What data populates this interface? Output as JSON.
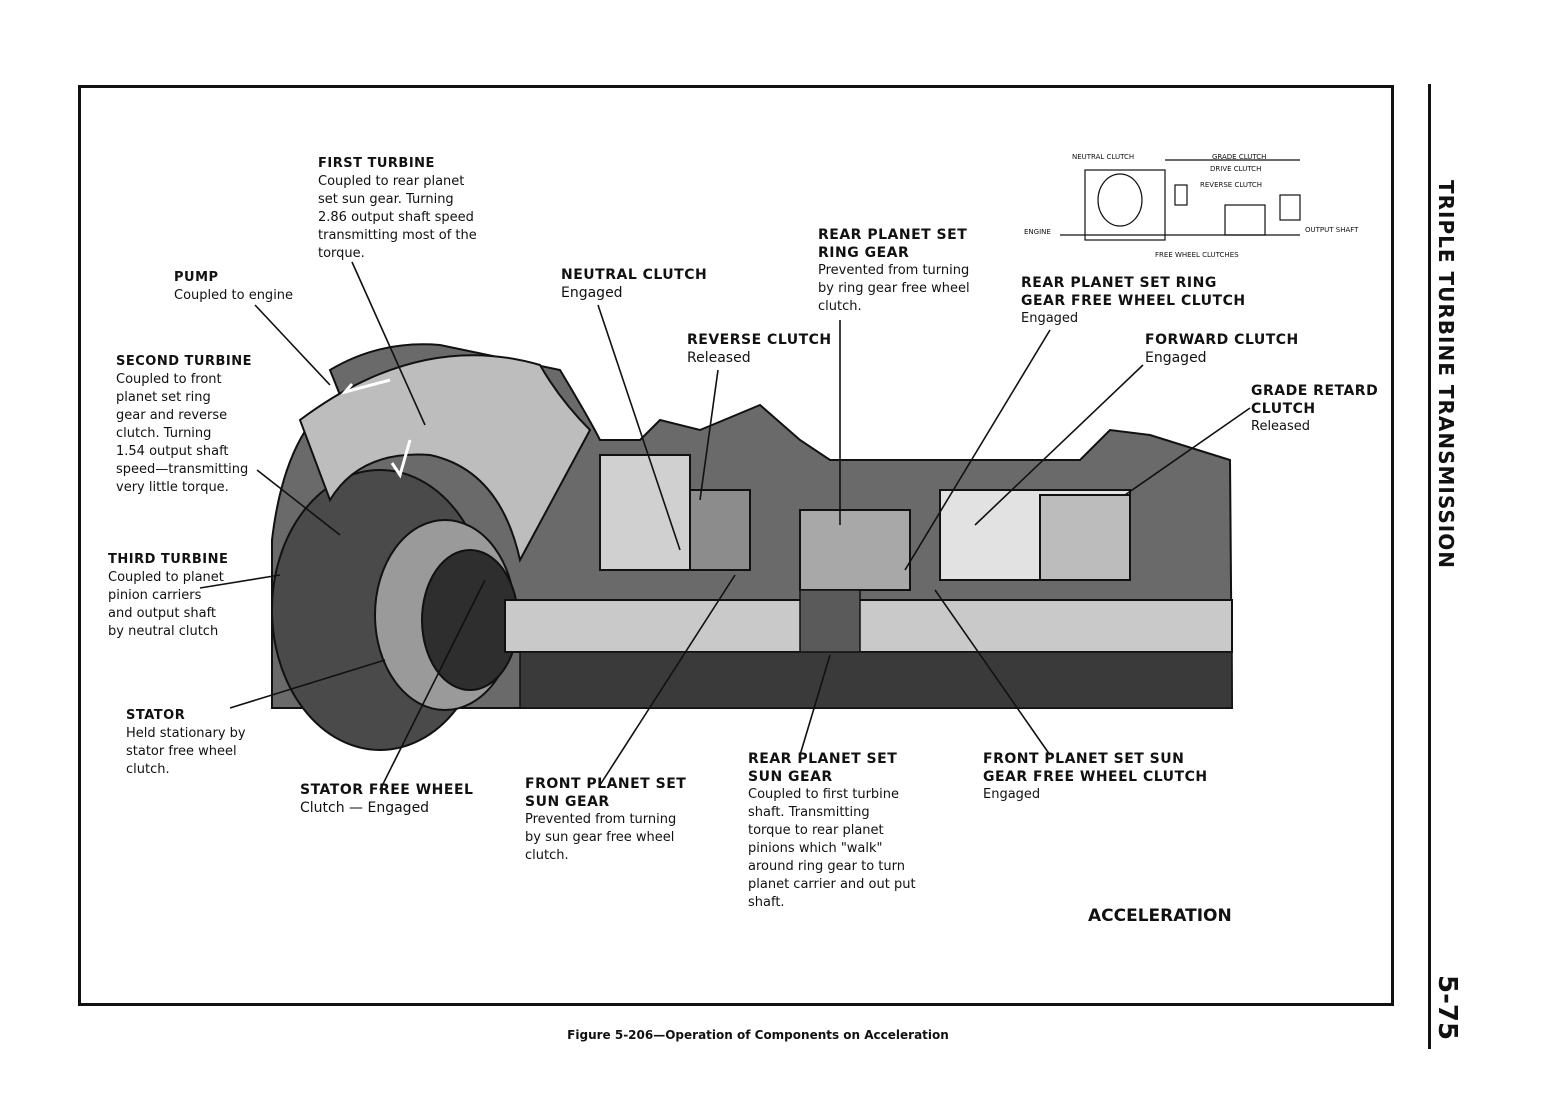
{
  "side_title": "TRIPLE TURBINE TRANSMISSION",
  "page_number": "5-75",
  "caption": "Figure 5-206—Operation of Components on Acceleration",
  "mode_label": "ACCELERATION",
  "labels": {
    "first_turbine": {
      "title": "FIRST TURBINE",
      "desc": "Coupled to rear planet\nset sun gear. Turning\n2.86 output shaft speed\ntransmitting most of the\ntorque."
    },
    "pump": {
      "title": "PUMP",
      "desc": "Coupled to engine"
    },
    "second_turbine": {
      "title": "SECOND TURBINE",
      "desc": "Coupled to front\nplanet set ring\ngear and reverse\nclutch. Turning\n1.54 output shaft\nspeed—transmitting\nvery little torque."
    },
    "third_turbine": {
      "title": "THIRD TURBINE",
      "desc": "Coupled to planet\npinion carriers\nand output shaft\nby neutral clutch"
    },
    "stator": {
      "title": "STATOR",
      "desc": "Held stationary by\nstator free wheel\nclutch."
    },
    "stator_free_wheel": {
      "title": "STATOR FREE WHEEL",
      "desc": "Clutch — Engaged"
    },
    "neutral_clutch": {
      "title": "NEUTRAL CLUTCH",
      "desc": "Engaged"
    },
    "reverse_clutch": {
      "title": "REVERSE CLUTCH",
      "desc": "Released"
    },
    "rear_ring_gear": {
      "title": "REAR PLANET SET\nRING GEAR",
      "desc": "Prevented from turning\nby ring gear free wheel\nclutch."
    },
    "rear_ring_fw_clutch": {
      "title": "REAR PLANET SET RING\nGEAR FREE WHEEL CLUTCH",
      "desc": "Engaged"
    },
    "forward_clutch": {
      "title": "FORWARD CLUTCH",
      "desc": "Engaged"
    },
    "grade_retard": {
      "title": "GRADE RETARD\nCLUTCH",
      "desc": "Released"
    },
    "front_sun_gear": {
      "title": "FRONT PLANET SET\nSUN GEAR",
      "desc": "Prevented from turning\nby sun gear free wheel\nclutch."
    },
    "rear_sun_gear": {
      "title": "REAR PLANET SET\nSUN GEAR",
      "desc": "Coupled to first turbine\nshaft. Transmitting\ntorque to rear planet\npinions which \"walk\"\naround ring gear to turn\nplanet carrier and out put\nshaft."
    },
    "front_sun_fw_clutch": {
      "title": "FRONT PLANET SET SUN\nGEAR FREE WHEEL CLUTCH",
      "desc": "Engaged"
    }
  },
  "inset": {
    "neutral_clutch": "NEUTRAL CLUTCH",
    "grade_clutch": "GRADE CLUTCH",
    "drive_clutch": "DRIVE CLUTCH",
    "reverse_clutch": "REVERSE CLUTCH",
    "engine": "ENGINE",
    "output_shaft": "OUTPUT SHAFT",
    "free_wheel_clutches": "FREE WHEEL CLUTCHES"
  }
}
